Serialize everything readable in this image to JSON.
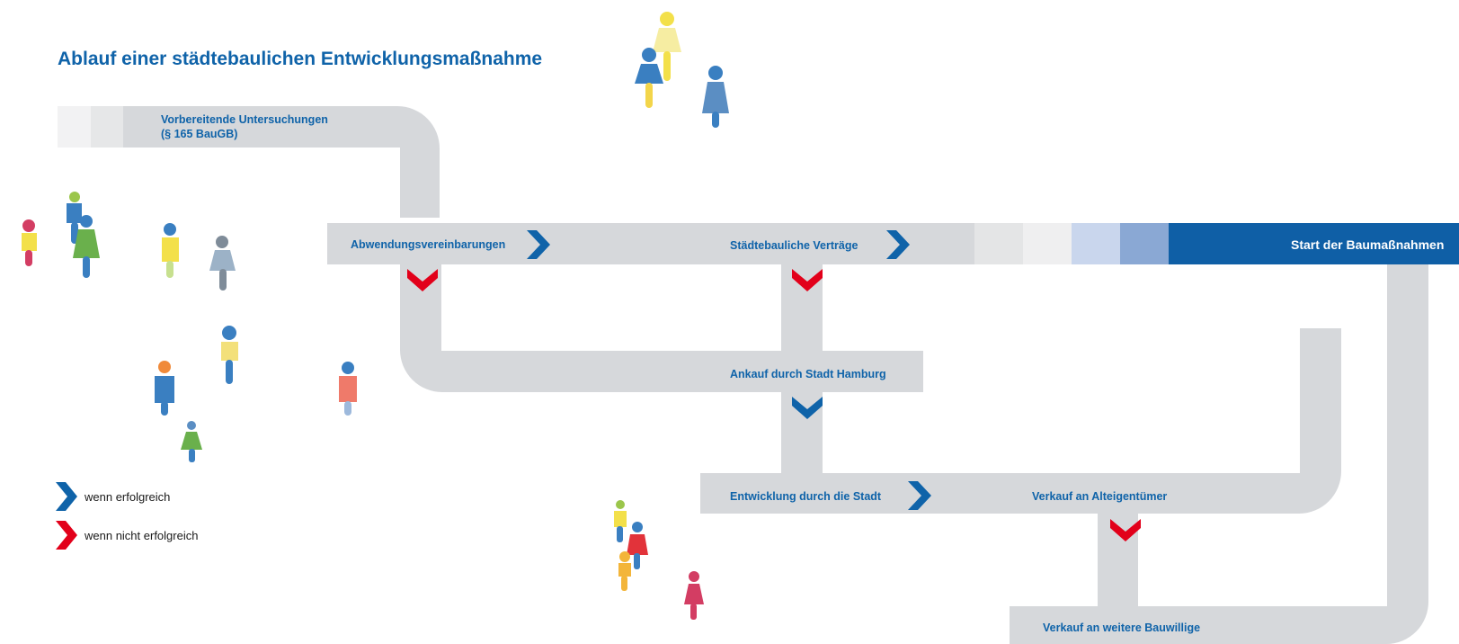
{
  "title": "Ablauf einer städtebaulichen Entwicklungsmaßnahme",
  "steps": {
    "vorbereitende_1": "Vorbereitende Untersuchungen",
    "vorbereitende_2": "(§ 165 BauGB)",
    "abwendung": "Abwendungsvereinbarungen",
    "vertraege": "Städtebauliche Verträge",
    "start": "Start der Baumaßnahmen",
    "ankauf": "Ankauf durch Stadt Hamburg",
    "entwicklung": "Entwicklung durch die Stadt",
    "verkauf_alt": "Verkauf an Alteigentümer",
    "verkauf_weitere": "Verkauf an weitere Bauwillige"
  },
  "legend": {
    "success": "wenn erfolgreich",
    "fail": "wenn nicht erfolgreich"
  },
  "colors": {
    "track": "#d6d8db",
    "blue": "#0f63a9",
    "red": "#e2001a",
    "dark_blue_bar": "#0f5fa6"
  }
}
